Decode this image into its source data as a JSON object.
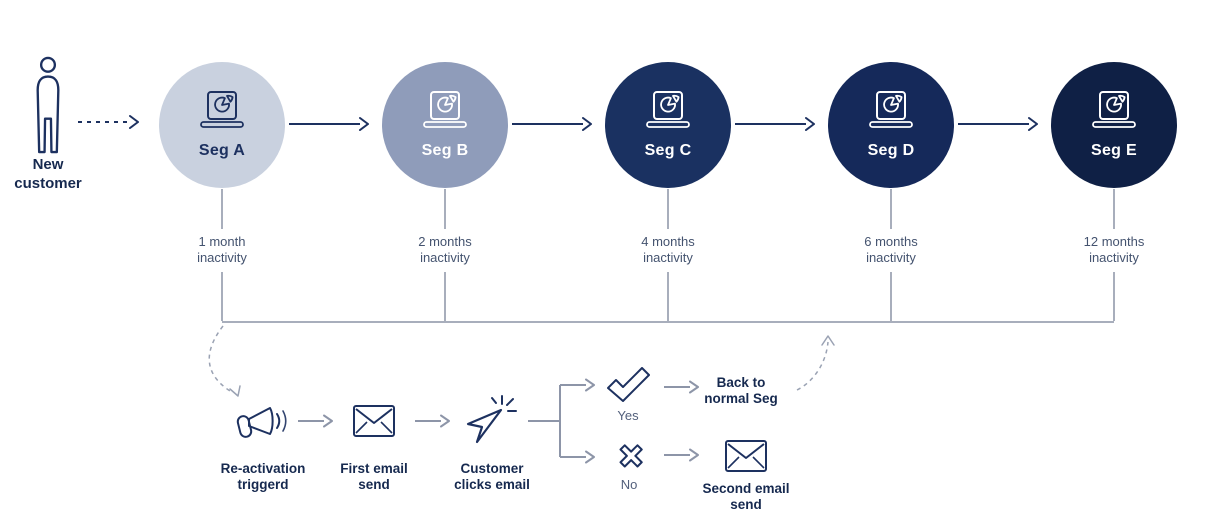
{
  "title": "Customer inactivity segmentation and re-activation email flow",
  "colors": {
    "navy": "#1d3160",
    "label_bold": "#16294f",
    "label_muted": "#44536f",
    "yesno_text": "#53607c",
    "connector_gray": "#8b93a6",
    "arrow_gray": "#8d95a8",
    "dashed_gray": "#9aa2b3"
  },
  "start": {
    "icon": "person-icon",
    "label_line1": "New",
    "label_line2": "customer"
  },
  "segments": [
    {
      "label": "Seg A",
      "fill": "#c9d1df",
      "text": "#1d3160",
      "icon": "laptop-pie-icon",
      "inactivity_line1": "1 month",
      "inactivity_line2": "inactivity"
    },
    {
      "label": "Seg B",
      "fill": "#8f9cba",
      "text": "#ffffff",
      "icon": "laptop-pie-icon",
      "inactivity_line1": "2 months",
      "inactivity_line2": "inactivity"
    },
    {
      "label": "Seg C",
      "fill": "#1a3161",
      "text": "#ffffff",
      "icon": "laptop-pie-icon",
      "inactivity_line1": "4 months",
      "inactivity_line2": "inactivity"
    },
    {
      "label": "Seg D",
      "fill": "#15295a",
      "text": "#ffffff",
      "icon": "laptop-pie-icon",
      "inactivity_line1": "6 months",
      "inactivity_line2": "inactivity"
    },
    {
      "label": "Seg E",
      "fill": "#0f2045",
      "text": "#ffffff",
      "icon": "laptop-pie-icon",
      "inactivity_line1": "12 months",
      "inactivity_line2": "inactivity"
    }
  ],
  "flow": {
    "steps": [
      {
        "icon": "megaphone-icon",
        "label_line1": "Re-activation",
        "label_line2": "triggerd"
      },
      {
        "icon": "envelope-icon",
        "label_line1": "First email",
        "label_line2": "send"
      },
      {
        "icon": "cursor-click-icon",
        "label_line1": "Customer",
        "label_line2": "clicks email"
      }
    ],
    "yes_branch": {
      "icon": "check-icon",
      "label": "Yes",
      "outcome_line1": "Back to",
      "outcome_line2": "normal Seg"
    },
    "no_branch": {
      "icon": "x-icon",
      "label": "No",
      "outcome_icon": "envelope-icon",
      "outcome_line1": "Second email",
      "outcome_line2": "send"
    }
  }
}
